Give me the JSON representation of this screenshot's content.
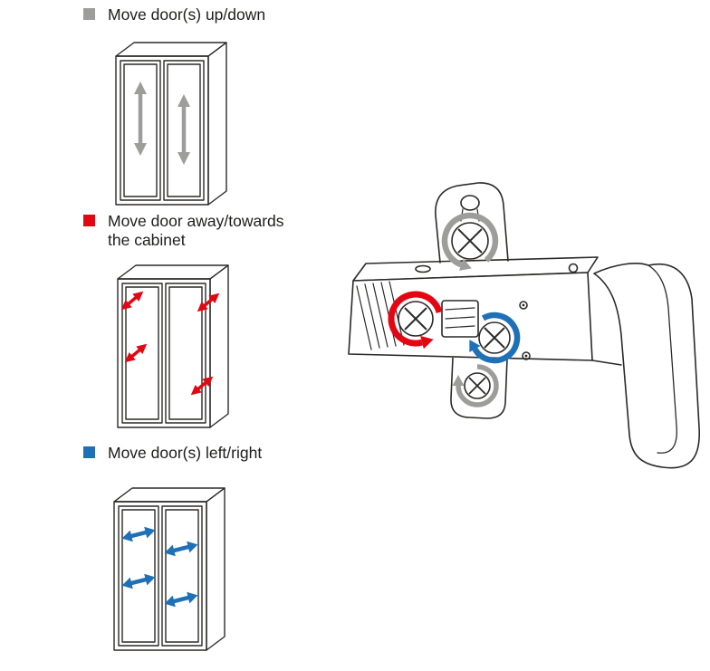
{
  "page": {
    "title": "Cabinet door hinge adjustment diagram",
    "background": "#ffffff"
  },
  "colors": {
    "gray": "#9d9d9c",
    "red": "#e30613",
    "blue": "#1e70b7",
    "outline": "#2b2a28",
    "text": "#1d1d1b"
  },
  "legend": {
    "items": [
      {
        "label": "Move door(s) up/down",
        "color": "#9d9d9c",
        "bullet": "gray-square",
        "arrow_icon": "vertical-double-arrow"
      },
      {
        "label": "Move door away/towards\nthe cabinet",
        "color": "#e30613",
        "bullet": "red-square",
        "arrow_icon": "diagonal-double-arrow"
      },
      {
        "label": "Move door(s) left/right",
        "color": "#1e70b7",
        "bullet": "blue-square",
        "arrow_icon": "horizontal-double-arrow"
      }
    ]
  },
  "hinge": {
    "rotation_arrows": [
      {
        "screw": "mounting-plate-top-screw",
        "color": "#9d9d9c",
        "adjusts": "up/down"
      },
      {
        "screw": "hinge-arm-left-screw",
        "color": "#e30613",
        "adjusts": "away/towards"
      },
      {
        "screw": "hinge-arm-right-screw",
        "color": "#1e70b7",
        "adjusts": "left/right"
      },
      {
        "screw": "mounting-plate-bottom-screw",
        "color": "#9d9d9c",
        "adjusts": "up/down"
      }
    ]
  }
}
